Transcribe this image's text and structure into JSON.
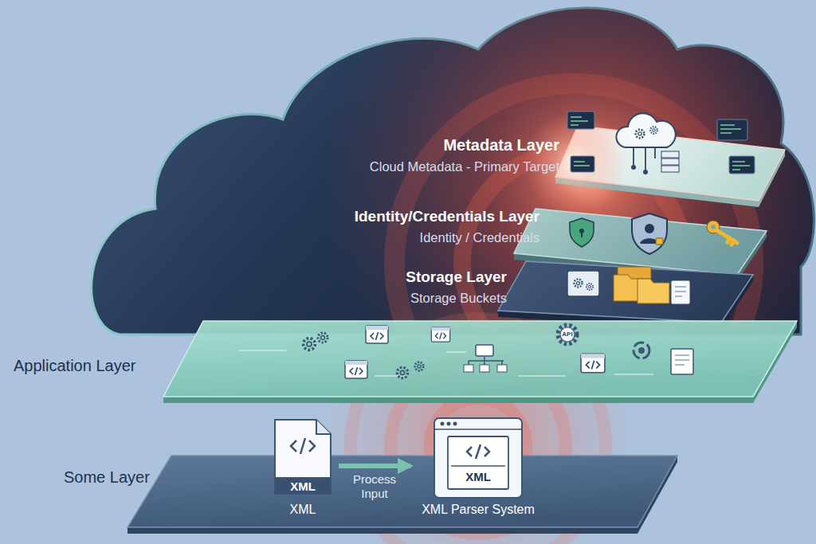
{
  "diagram": {
    "nodes": [
      {
        "text": [
          "Metadata Layer",
          "Cloud Metadata - Primary Target"
        ]
      },
      {
        "text": [
          "Identity/Credentials Layer",
          "Identity / Credentials"
        ]
      },
      {
        "text": [
          "Storage Layer",
          "Storage Buckets"
        ]
      },
      {
        "text": [
          "Application Layer"
        ]
      },
      {
        "text": [
          "Some Layer"
        ]
      },
      {
        "text": [
          "XML",
          "XML"
        ],
        "in": 4
      },
      {
        "text": [
          "XML",
          "XML Parser System"
        ],
        "in": 4
      }
    ],
    "edges": [
      {
        "from": 5,
        "to": 6,
        "arrow": "to",
        "label": "Process Input"
      }
    ],
    "labels": [
      "API"
    ]
  }
}
